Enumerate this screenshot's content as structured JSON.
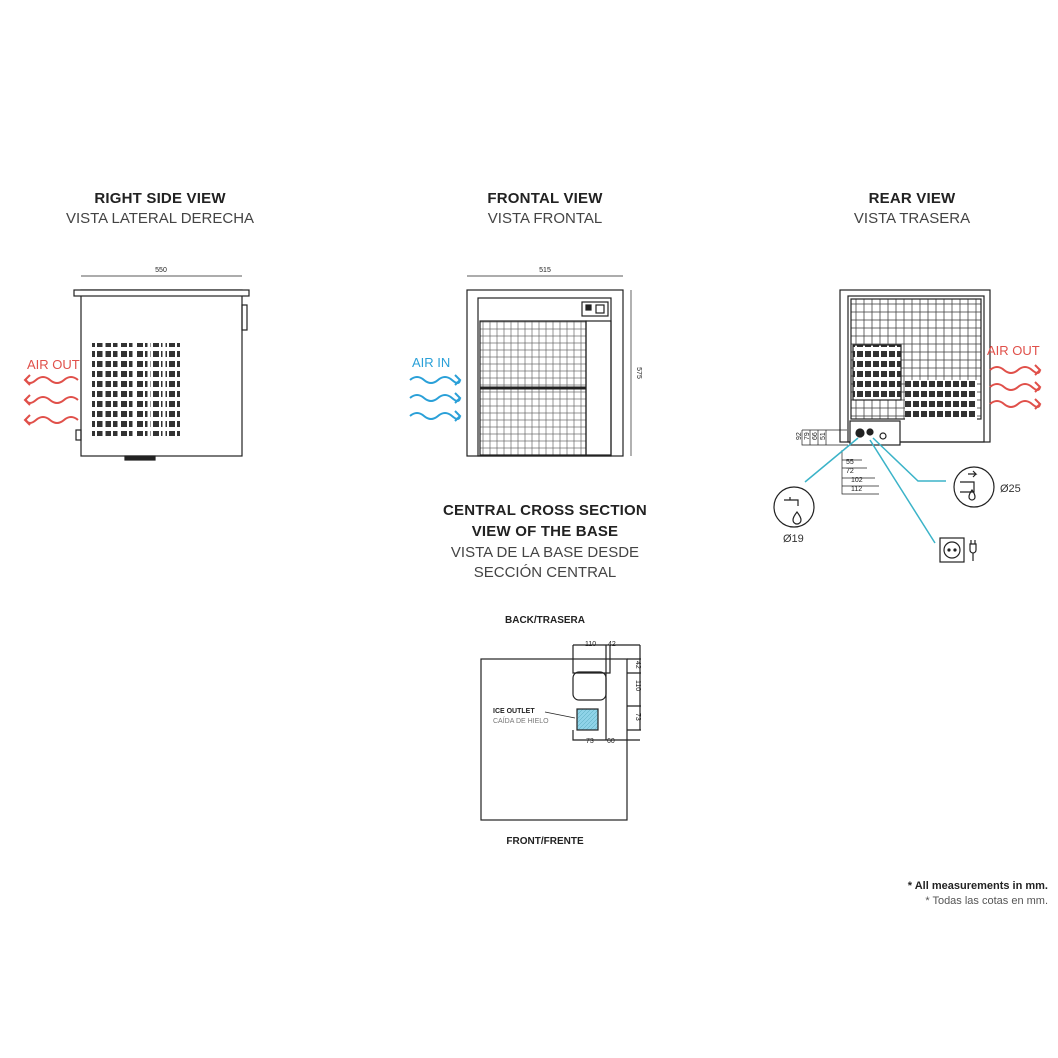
{
  "views": {
    "right_side": {
      "title": "RIGHT SIDE VIEW",
      "subtitle": "VISTA LATERAL DERECHA",
      "width": "550",
      "air_label": "AIR OUT"
    },
    "frontal": {
      "title": "FRONTAL VIEW",
      "subtitle": "VISTA FRONTAL",
      "width": "515",
      "height": "575",
      "air_label": "AIR IN"
    },
    "rear": {
      "title": "REAR VIEW",
      "subtitle": "VISTA TRASERA",
      "air_label": "AIR OUT",
      "dims_vertical": [
        "92",
        "79",
        "66",
        "51"
      ],
      "dims_horizontal": [
        "55",
        "72",
        "102",
        "112"
      ],
      "water_in": "Ø19",
      "drain": "Ø25"
    },
    "base": {
      "title1": "CENTRAL CROSS SECTION",
      "title2": "VIEW OF THE BASE",
      "subtitle1": "VISTA DE LA BASE DESDE",
      "subtitle2": "SECCIÓN CENTRAL",
      "back": "BACK/TRASERA",
      "front": "FRONT/FRENTE",
      "outlet": "ICE OUTLET",
      "outlet_es": "CAÍDA DE HIELO",
      "dims_top": [
        "110",
        "42"
      ],
      "dims_right": [
        "42",
        "110",
        "73"
      ],
      "dims_bottom": [
        "73",
        "60"
      ]
    }
  },
  "notes": [
    "* All measurements in mm.",
    "* Todas las cotas en mm."
  ],
  "colors": {
    "air_out": "#e0504a",
    "air_in": "#2aa0d8",
    "lead": "#3bb3c8",
    "outlet": "#8fd3e8"
  }
}
